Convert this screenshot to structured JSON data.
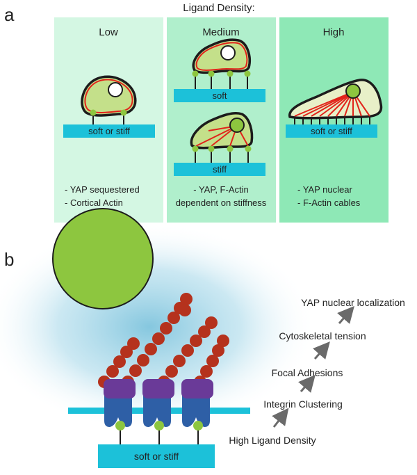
{
  "panel_a": {
    "letter": "a",
    "title": "Ligand Density:",
    "columns": [
      {
        "heading": "Low",
        "substrates": [
          "soft or stiff"
        ],
        "notes": [
          "- YAP sequestered",
          "- Cortical Actin"
        ]
      },
      {
        "heading": "Medium",
        "substrates": [
          "soft",
          "stiff"
        ],
        "notes": [
          "- YAP, F-Actin",
          "dependent on stiffness"
        ]
      },
      {
        "heading": "High",
        "substrates": [
          "soft or stiff"
        ],
        "notes": [
          "- YAP nuclear",
          "- F-Actin cables"
        ]
      }
    ]
  },
  "panel_b": {
    "letter": "b",
    "substrate_label": "soft or stiff",
    "cascade": [
      "YAP nuclear localization",
      "Cytoskeletal tension",
      "Focal Adhesions",
      "Integrin Clustering",
      "High Ligand Density"
    ]
  },
  "colors": {
    "low_bg": "#d4f7e3",
    "medium_bg": "#b0efcc",
    "high_bg": "#8ee8b6",
    "substrate": "#1cc1d9",
    "cell_fill": "#c4e08a",
    "cell_outline": "#1c1c1c",
    "cortex": "#e2231a",
    "nucleus_green": "#8dc63f",
    "ligand": "#8dc63f",
    "integrin": "#2e5fa6",
    "clamp": "#6a3a98",
    "actin": "#b5321d",
    "halo": "#c9e6f0",
    "arrow": "#6a6a6a"
  }
}
